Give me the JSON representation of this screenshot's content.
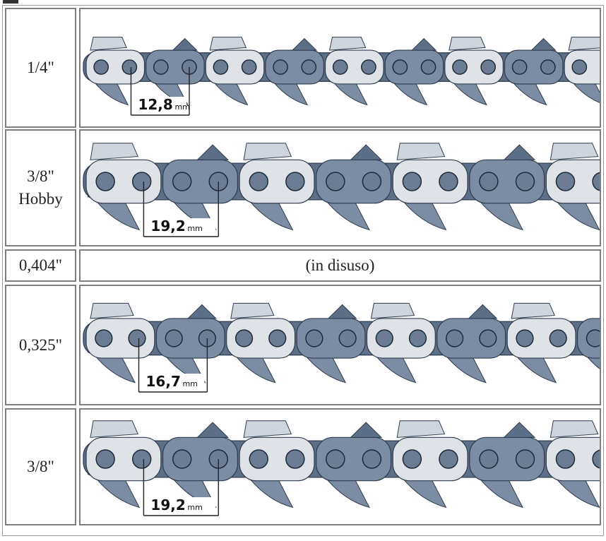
{
  "rows": [
    {
      "pitch": [
        "1/4\""
      ],
      "dimension": {
        "value": "12,8",
        "unit": "mm"
      }
    },
    {
      "pitch": [
        "3/8\"",
        "Hobby"
      ],
      "dimension": {
        "value": "19,2",
        "unit": "mm"
      }
    },
    {
      "pitch": [
        "0,404\""
      ],
      "note": "(in disuso)"
    },
    {
      "pitch": [
        "0,325\""
      ],
      "dimension": {
        "value": "16,7",
        "unit": "mm"
      }
    },
    {
      "pitch": [
        "3/8\""
      ],
      "dimension": {
        "value": "19,2",
        "unit": "mm"
      }
    }
  ],
  "colors": {
    "chain_dark": "#5d6f86",
    "chain_mid": "#7c8ca3",
    "cutter_light": "#dfe3e8",
    "rivet": "#6c7d93",
    "border": "#7e7e7e"
  }
}
